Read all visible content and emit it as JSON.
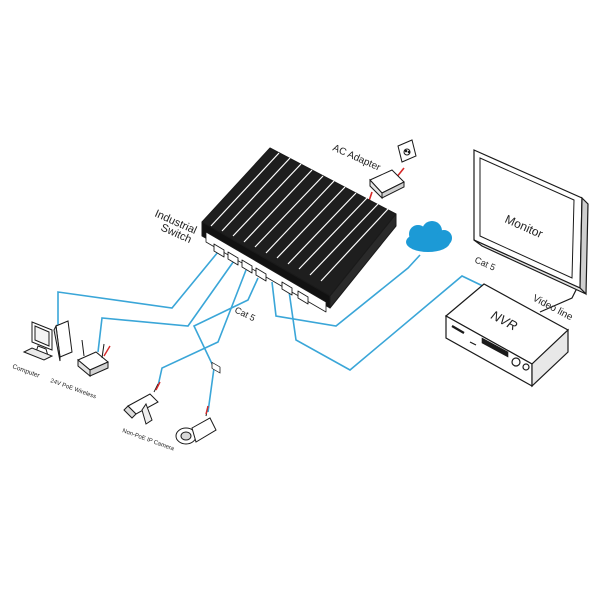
{
  "labels": {
    "industrial_switch_line1": "Industrial",
    "industrial_switch_line2": "Switch",
    "ac_adapter": "AC Adapter",
    "monitor": "Monitor",
    "nvr": "NVR",
    "video_line": "Video line",
    "cat5_left": "Cat 5",
    "cat5_right": "Cat 5",
    "computer": "Computer",
    "poe_wireless": "24V PoE Wireless",
    "camera": "Non-PoE IP Camera"
  },
  "colors": {
    "cable": "#3aa6d8",
    "power_cable": "#d62828",
    "cloud": "#1c9ad6",
    "outline": "#1a1a1a"
  },
  "icons": [
    "industrial-switch-icon",
    "ac-adapter-icon",
    "wall-outlet-icon",
    "cloud-icon",
    "monitor-icon",
    "nvr-icon",
    "computer-icon",
    "wireless-ap-icon",
    "ip-camera-icon"
  ]
}
